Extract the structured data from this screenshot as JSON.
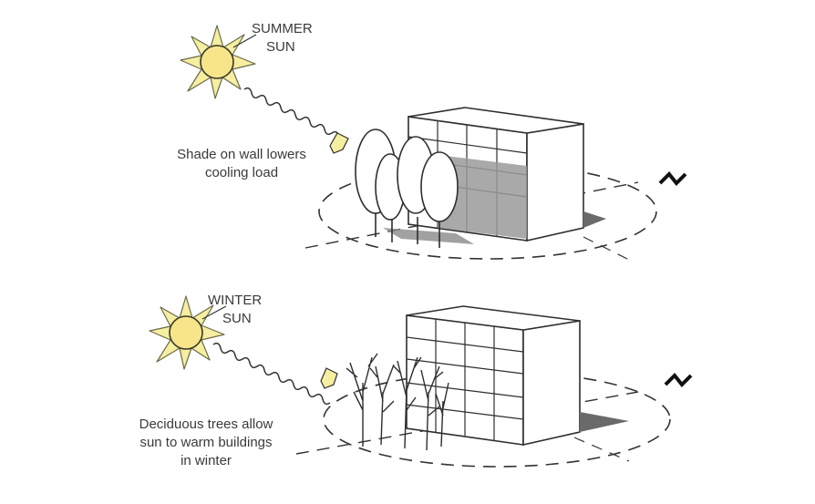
{
  "summer": {
    "sun_label_line1": "SUMMER",
    "sun_label_line2": "SUN",
    "caption_line1": "Shade on wall lowers",
    "caption_line2": "cooling load"
  },
  "winter": {
    "sun_label_line1": "WINTER",
    "sun_label_line2": "SUN",
    "caption_line1": "Deciduous trees allow",
    "caption_line2": "sun to warm buildings",
    "caption_line3": "in winter"
  },
  "north_symbol": "N",
  "colors": {
    "sun_fill": "#f6eea0",
    "line": "#2e2e2e",
    "shadow": "#9a9a9a",
    "text": "#3a3a3a"
  }
}
